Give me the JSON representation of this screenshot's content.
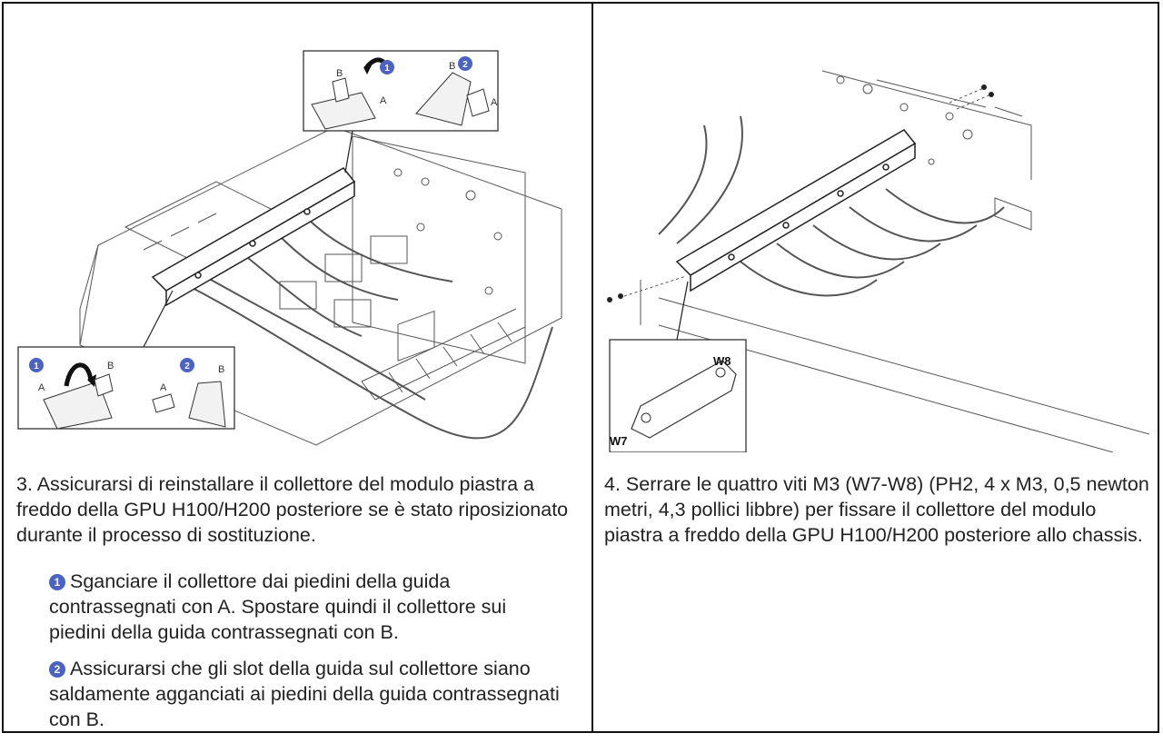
{
  "left": {
    "figure": {
      "callouts": [
        "1",
        "2"
      ],
      "markers": [
        "A",
        "B"
      ]
    },
    "step": "3. Assicurarsi di reinstallare il collettore del modulo piastra a freddo della GPU H100/H200 posteriore se è stato riposizionato durante il processo di sostituzione.",
    "substeps": [
      {
        "num": "1",
        "text": "Sganciare il collettore dai piedini della guida contrassegnati con A. Spostare quindi il collettore sui piedini della guida contrassegnati con B."
      },
      {
        "num": "2",
        "text": "Assicurarsi che gli slot della guida sul collettore siano saldamente agganciati ai piedini della guida contrassegnati con B."
      }
    ]
  },
  "right": {
    "figure": {
      "screw_labels": [
        "W8",
        "W7"
      ]
    },
    "step": "4. Serrare le quattro viti M3 (W7-W8) (PH2, 4 x M3, 0,5 newton metri, 4,3 pollici libbre) per fissare il collettore del modulo piastra a freddo della GPU H100/H200 posteriore allo chassis."
  },
  "colors": {
    "callout": "#4a63c4",
    "border": "#111111",
    "line": "#444444"
  }
}
